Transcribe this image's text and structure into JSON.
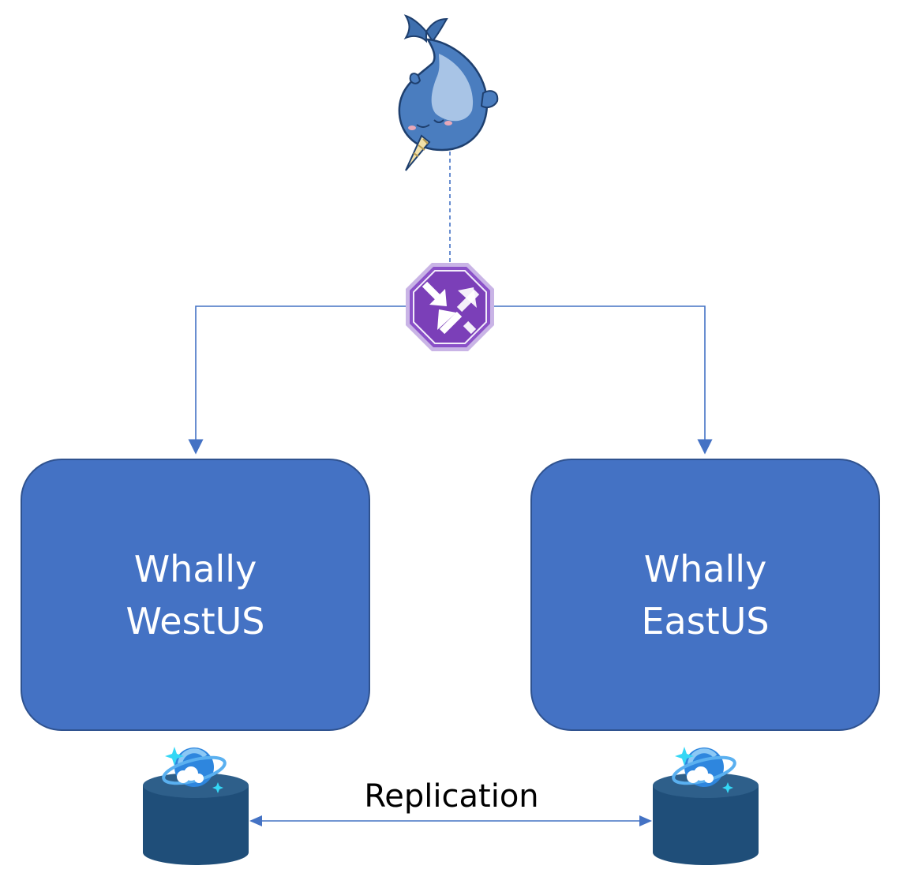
{
  "diagram": {
    "client": {
      "icon": "narwhal-icon"
    },
    "router": {
      "icon": "traffic-manager-icon"
    },
    "regions": [
      {
        "name": "Whally",
        "location": "WestUS"
      },
      {
        "name": "Whally",
        "location": "EastUS"
      }
    ],
    "databases": [
      {
        "icon": "cosmos-db-icon"
      },
      {
        "icon": "cosmos-db-icon"
      }
    ],
    "link_label": "Replication",
    "colors": {
      "box_fill": "#4472C4",
      "box_stroke": "#2F528F",
      "connector": "#4472C4",
      "router_purple": "#8A50C8",
      "db_fill": "#1F4E79"
    }
  }
}
